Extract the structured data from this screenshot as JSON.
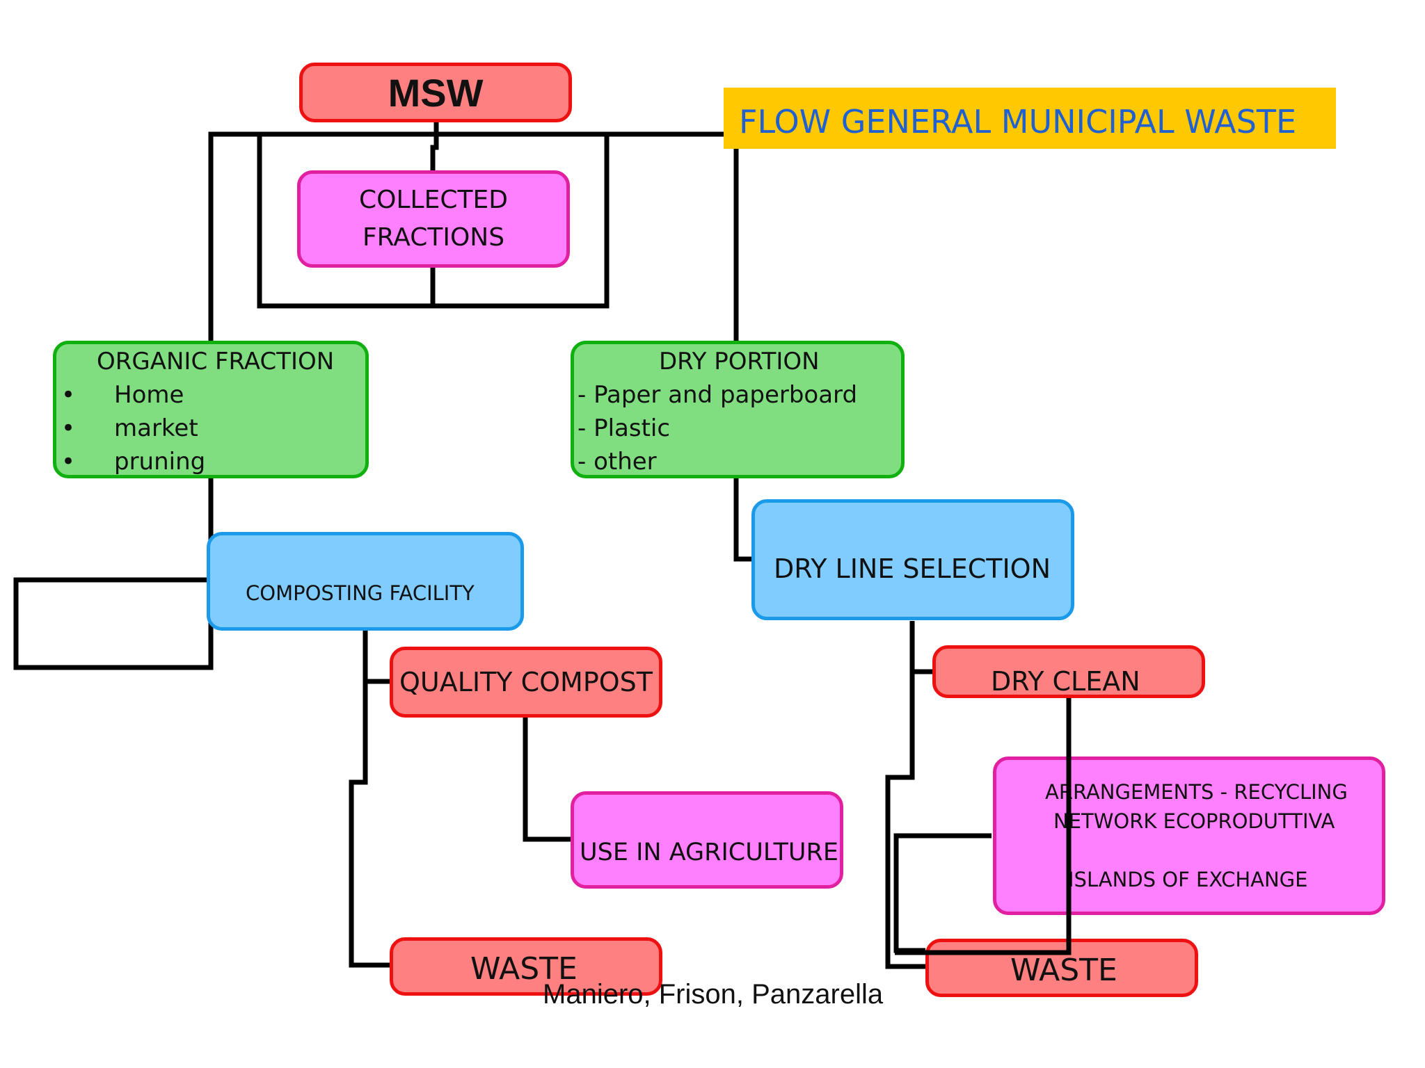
{
  "title": "FLOW GENERAL MUNICIPAL WASTE",
  "credit": "Maniero, Frison, Panzarella",
  "colors": {
    "title_banner": "#ffc800",
    "title_text": "#2060d0",
    "red_box": "#ff8080",
    "pink_box": "#ff80ff",
    "green_box": "#80de80",
    "blue_box": "#80ccff",
    "connector": "#000000"
  },
  "nodes": {
    "msw": "MSW",
    "collected": {
      "line1": "COLLECTED",
      "line2": "FRACTIONS"
    },
    "organic": {
      "title": "ORGANIC FRACTION",
      "bullet": "•",
      "items": [
        "Home",
        "market",
        "pruning"
      ]
    },
    "dry_portion": {
      "title": "DRY PORTION",
      "items": [
        "- Paper and paperboard",
        "- Plastic",
        "- other"
      ]
    },
    "composting": "COMPOSTING FACILITY",
    "dry_line": "DRY LINE SELECTION",
    "quality_compost": "QUALITY COMPOST",
    "dry_clean": "DRY CLEAN",
    "agriculture": "USE IN AGRICULTURE",
    "arrangements": {
      "line1": "ARRANGEMENTS - RECYCLING",
      "line2": "NETWORK ECOPRODUTTIVA",
      "line3": "ISLANDS OF EXCHANGE"
    },
    "waste_left": "WASTE",
    "waste_right": "WASTE"
  }
}
